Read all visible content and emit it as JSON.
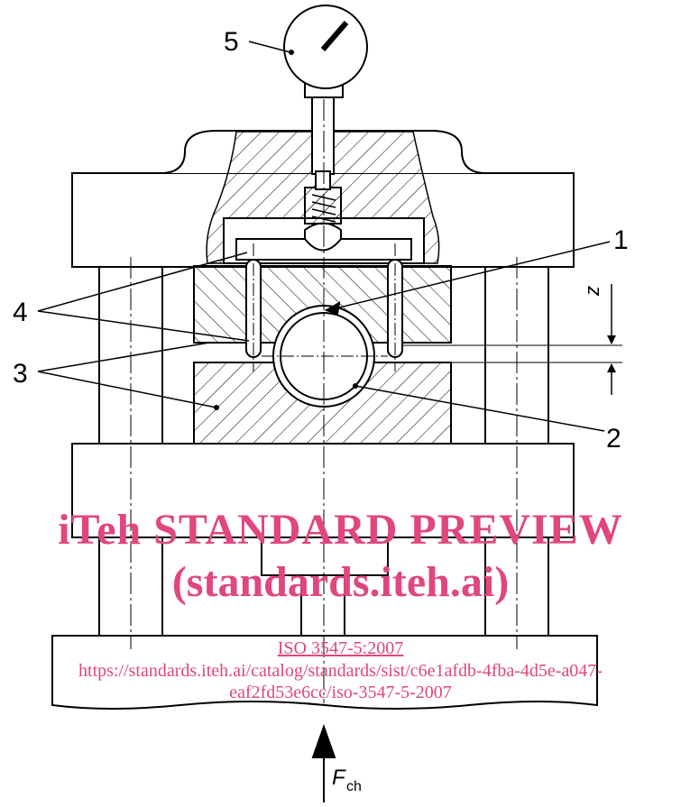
{
  "callouts": {
    "c1": "1",
    "c2": "2",
    "c3": "3",
    "c4": "4",
    "c5": "5"
  },
  "dimension_label": "z",
  "force": {
    "symbol": "F",
    "subscript": "ch"
  },
  "watermark": {
    "line1": "iTeh STANDARD PREVIEW",
    "line2": "(standards.iteh.ai)",
    "line3": "ISO 3547-5:2007",
    "line4": "https://standards.iteh.ai/catalog/standards/sist/c6e1afdb-4fba-4d5e-a047-",
    "line5": "eaf2fd53e6cc/iso-3547-5-2007"
  },
  "colors": {
    "line": "#000000",
    "watermark": "#e0467f"
  }
}
